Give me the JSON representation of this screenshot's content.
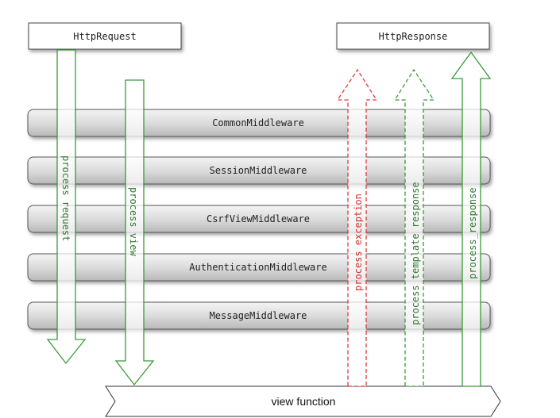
{
  "request_box": {
    "label": "HttpRequest"
  },
  "response_box": {
    "label": "HttpResponse"
  },
  "middlewares": [
    {
      "label": "CommonMiddleware"
    },
    {
      "label": "SessionMiddleware"
    },
    {
      "label": "CsrfViewMiddleware"
    },
    {
      "label": "AuthenticationMiddleware"
    },
    {
      "label": "MessageMiddleware"
    }
  ],
  "arrows": {
    "process_request": {
      "label": "process request",
      "direction": "down",
      "style": "solid",
      "color": "#3a9a3a"
    },
    "process_view": {
      "label": "process view",
      "direction": "down",
      "style": "solid",
      "color": "#3a9a3a"
    },
    "process_exception": {
      "label": "process exception",
      "direction": "up",
      "style": "dashed",
      "color": "#e03a3a"
    },
    "process_template_response": {
      "label": "process template response",
      "direction": "up",
      "style": "dashed",
      "color": "#3a9a3a"
    },
    "process_response": {
      "label": "process_response",
      "direction": "up",
      "style": "solid",
      "color": "#3a9a3a"
    }
  },
  "view_function": {
    "label": "view function"
  }
}
